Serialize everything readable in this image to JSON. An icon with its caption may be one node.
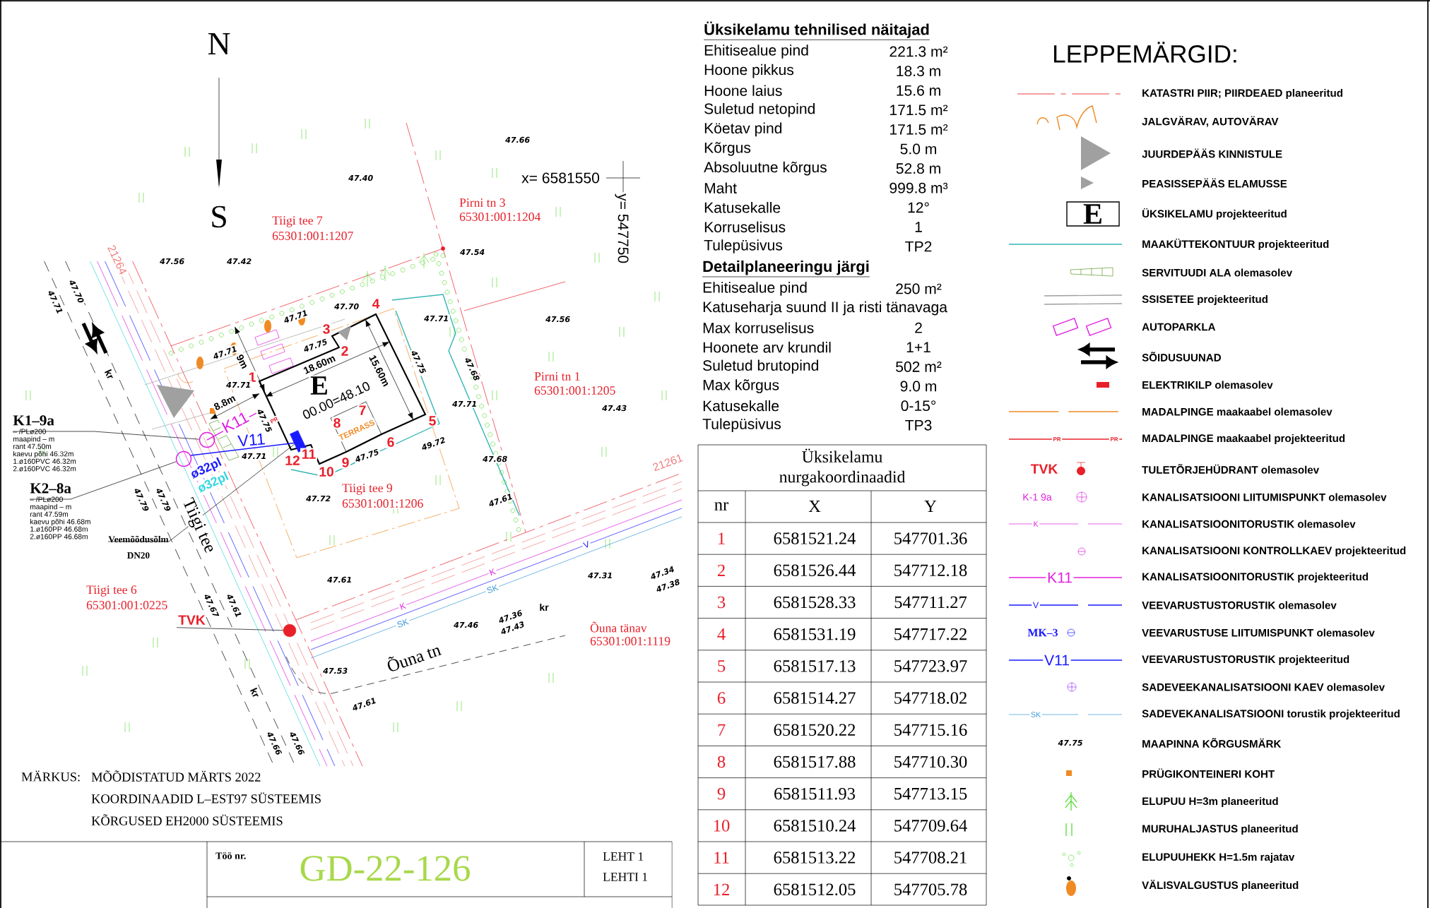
{
  "diagram": {
    "nodes": [
      {
        "text": [
          "K1–9a",
          "– /PLø200",
          "maapind – m",
          "rant 47.50m",
          "kaevu põhi 46.32m",
          "1.ø160PVC 46.32m",
          "2.ø160PVC 46.32m"
        ]
      },
      {
        "text": [],
        "shape": "circle"
      },
      {
        "text": [
          "K2–8a",
          "– /PLø200",
          "maapind – m",
          "rant 47.59m",
          "kaevu põhi 46.68m",
          "1.ø160PP 46.68m",
          "2.ø160PP 46.68m"
        ]
      },
      {
        "text": [],
        "shape": "circle"
      },
      {
        "text": [
          "Veemõõdusõlm",
          "DN20"
        ]
      },
      {
        "text": [],
        "shape": "box"
      },
      {
        "text": [
          "TVK"
        ]
      },
      {
        "text": [],
        "shape": "circle"
      }
    ],
    "edges": [
      {
        "from": 0,
        "to": 1,
        "arrow": "none"
      },
      {
        "from": 2,
        "to": 3,
        "arrow": "none"
      },
      {
        "from": 4,
        "to": 5,
        "arrow": "none"
      },
      {
        "from": 6,
        "to": 7,
        "arrow": "none"
      }
    ],
    "labels": [
      "N",
      "S",
      "x= 6581550",
      "y= 547750",
      "Tiigi tee 7",
      "65301:001:1207",
      "Pirni tn 3",
      "65301:001:1204",
      "Pirni tn 1",
      "65301:001:1205",
      "Tiigi tee 9",
      "65301:001:1206",
      "Tiigi tee 6",
      "65301:001:0225",
      "Õuna tänav",
      "65301:001:1119",
      "Tiigi tee",
      "Õuna tn",
      "E",
      "00.00=48.10",
      "TERRASS",
      "18.60m",
      "15.60m",
      "9m",
      "8.8m",
      "1",
      "2",
      "3",
      "4",
      "5",
      "6",
      "7",
      "8",
      "9",
      "10",
      "11",
      "12",
      "K11",
      "V11",
      "ø32pl",
      "ø32pl",
      "kr",
      "kr",
      "kr",
      "21261",
      "21264",
      "47.66",
      "47.40",
      "47.56",
      "47.42",
      "47.54",
      "47.70",
      "47.71",
      "47.71",
      "47.71",
      "47.75",
      "47.71",
      "47.75",
      "47.68",
      "47.56",
      "47.43",
      "47.71",
      "49.72",
      "47.75",
      "47.75",
      "47.71",
      "47.68",
      "47.72",
      "47.61",
      "47.61",
      "47.46",
      "47.31",
      "47.34",
      "47.38",
      "47.36",
      "47.43",
      "47.53",
      "47.61",
      "47.66",
      "47.66",
      "47.71",
      "47.70",
      "47.79",
      "47.79",
      "47.67",
      "47.61",
      "SK",
      "K",
      "SK",
      "K",
      "V",
      "PR",
      "MÄRKUS:",
      "MÕÕDISTATUD MÄRTS 2022",
      "KOORDINAADID L–EST97 SÜSTEEMIS",
      "KÕRGUSED EH2000 SÜSTEEMIS",
      "Töö nr.",
      "GD-22-126",
      "LEHT 1",
      "LEHTI 1",
      "Üksikelamu tehnilised näitajad",
      "Ehitisealue pind",
      "221.3 m²",
      "Hoone pikkus",
      "18.3 m",
      "Hoone laius",
      "15.6 m",
      "Suletud netopind",
      "171.5 m²",
      "Köetav pind",
      "171.5 m²",
      "Kõrgus",
      "5.0 m",
      "Absoluutne kõrgus",
      "52.8 m",
      "Maht",
      "999.8 m³",
      "Katusekalle",
      "12°",
      "Korruselisus",
      "1",
      "Tulepüsivus",
      "TP2",
      "Detailplaneeringu järgi",
      "Ehitisealue pind",
      "250 m²",
      "Katuseharja suund II ja risti tänavaga",
      "Max korruselisus",
      "2",
      "Hoonete arv krundil",
      "1+1",
      "Suletud brutopind",
      "502 m²",
      "Max kõrgus",
      "9.0 m",
      "Katusekalle",
      "0-15°",
      "Tulepüsivus",
      "TP3",
      "Üksikelamu nurgakoordinaadid",
      "nr",
      "X",
      "Y",
      "1",
      "6581521.24",
      "547701.36",
      "2",
      "6581526.44",
      "547712.18",
      "3",
      "6581528.33",
      "547711.27",
      "4",
      "6581531.19",
      "547717.22",
      "5",
      "6581517.13",
      "547723.97",
      "6",
      "6581514.27",
      "547718.02",
      "7",
      "6581520.22",
      "547715.16",
      "8",
      "6581517.88",
      "547710.30",
      "9",
      "6581511.93",
      "547713.15",
      "10",
      "6581510.24",
      "547709.64",
      "11",
      "6581513.22",
      "547708.21",
      "12",
      "6581512.05",
      "547705.78",
      "LEPPEMÄRGID:",
      "E",
      "PR",
      "PR",
      "TVK",
      "K-1 9a",
      "K",
      "K11",
      "V",
      "MK–3",
      "V11",
      "SK",
      "47.75"
    ],
    "legend": [
      {
        "text": "KATASTRI PIIR; PIIRDEAED planeeritud"
      },
      {
        "text": "JALGVÄRAV, AUTOVÄRAV"
      },
      {
        "text": "JUURDEPÄÄS KINNISTULE"
      },
      {
        "text": "PEASISSEPÄÄS ELAMUSSE"
      },
      {
        "text": "ÜKSIKELAMU  projekteeritud"
      },
      {
        "text": "MAAKÜTTEKONTUUR projekteeritud"
      },
      {
        "text": "SERVITUUDI ALA olemasolev"
      },
      {
        "text": "SSISETEE projekteeritud"
      },
      {
        "text": "AUTOPARKLA"
      },
      {
        "text": "SÕIDUSUUNAD"
      },
      {
        "text": "ELEKTRIKILP olemasolev"
      },
      {
        "text": "MADALPINGE maakaabel olemasolev"
      },
      {
        "text": "MADALPINGE maakaabel projekteeritud"
      },
      {
        "text": "TULETÕRJEHÜDRANT olemasolev"
      },
      {
        "text": "KANALISATSIOONI  LIITUMISPUNKT olemasolev"
      },
      {
        "text": "KANALISATSIOONITORUSTIK olemasolev"
      },
      {
        "text": "KANALISATSIOONI KONTROLLKAEV projekteeritud"
      },
      {
        "text": "KANALISATSIOONITORUSTIK projekteeritud"
      },
      {
        "text": "VEEVARUSTUSTORUSTIK olemasolev"
      },
      {
        "text": "VEEVARUSTUSE LIITUMISPUNKT olemasolev"
      },
      {
        "text": "VEEVARUSTUSTORUSTIK projekteeritud"
      },
      {
        "text": "SADEVEEKANALISATSIOONI  KAEV olemasolev"
      },
      {
        "text": "SADEVEKANALISATSIOONI torustik projekteeritud"
      },
      {
        "text": "MAAPINNA KÕRGUSMÄRK"
      },
      {
        "text": "PRÜGIKONTEINERI KOHT"
      },
      {
        "text": "ELUPUU H=3m  planeeritud"
      },
      {
        "text": "MURUHALJASTUS planeeritud"
      },
      {
        "text": "ELUPUUHEKK  H=1.5m  rajatav"
      },
      {
        "text": "VÄLISVALGUSTUS planeeritud"
      }
    ]
  }
}
